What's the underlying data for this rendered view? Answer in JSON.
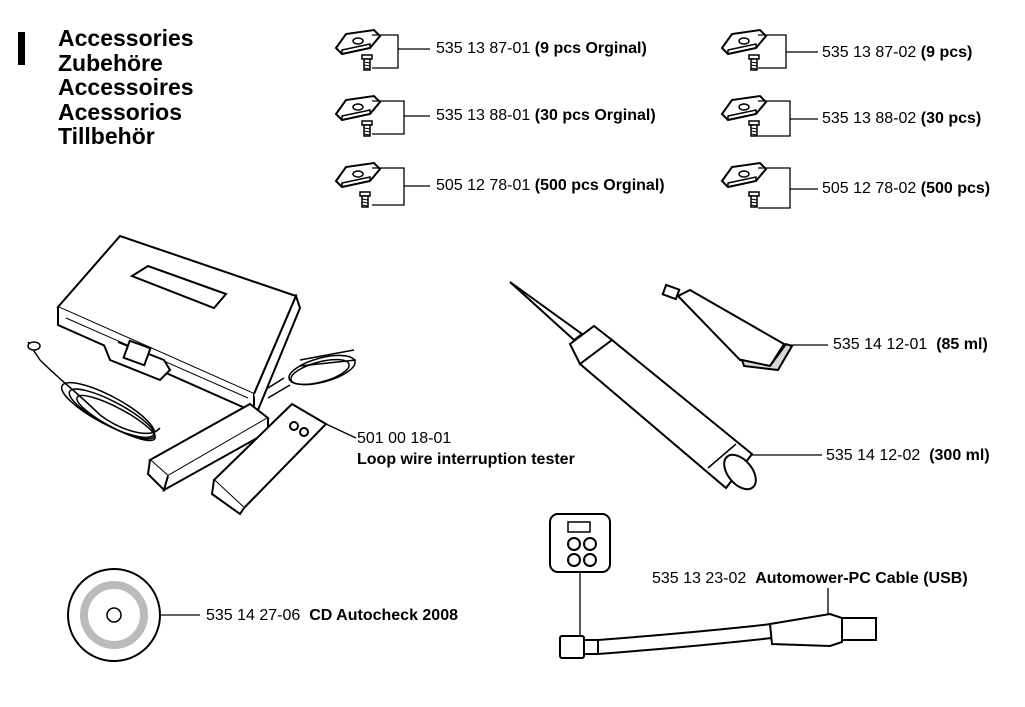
{
  "titles": [
    "Accessories",
    "Zubehöre",
    "Accessoires",
    "Acessorios",
    "Tillbehör"
  ],
  "blades": [
    {
      "part": "535 13 87-01",
      "desc": "(9 pcs Orginal)"
    },
    {
      "part": "535 13 88-01",
      "desc": "(30 pcs Orginal)"
    },
    {
      "part": "505 12 78-01",
      "desc": "(500 pcs Orginal)"
    },
    {
      "part": "535 13 87-02",
      "desc": "(9 pcs)"
    },
    {
      "part": "535 13 88-02",
      "desc": "(30 pcs)"
    },
    {
      "part": "505 12 78-02",
      "desc": "(500 pcs)"
    }
  ],
  "tester": {
    "part": "501 00 18-01",
    "desc": "Loop wire interruption tester"
  },
  "tube": {
    "part": "535 14 12-01",
    "desc": "(85 ml)"
  },
  "cartridge": {
    "part": "535 14 12-02",
    "desc": "(300 ml)"
  },
  "cable": {
    "part": "535 13 23-02",
    "desc": "Automower-PC Cable (USB)"
  },
  "cd": {
    "part": "535 14 27-06",
    "desc": "CD Autocheck 2008"
  },
  "colors": {
    "ink": "#000000",
    "paper": "#ffffff",
    "shade": "#d8d8d8"
  }
}
